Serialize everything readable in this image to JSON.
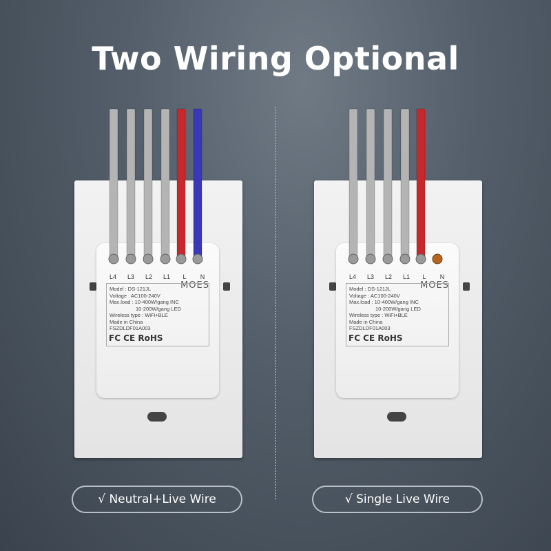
{
  "title": "Two Wiring Optional",
  "options": [
    {
      "caption": "√ Neutral+Live Wire",
      "wires": [
        "gray",
        "gray",
        "gray",
        "gray",
        "red",
        "blue"
      ],
      "terminals": [
        "L4",
        "L3",
        "L2",
        "L1",
        "L",
        "N"
      ]
    },
    {
      "caption": "√ Single Live Wire",
      "wires": [
        "gray",
        "gray",
        "gray",
        "gray",
        "red"
      ],
      "terminals": [
        "L4",
        "L3",
        "L2",
        "L1",
        "L",
        "N"
      ]
    }
  ],
  "device_label": {
    "brand": "MOES",
    "model": "Model : DS-121JL",
    "voltage": "Voltage : AC100-240V",
    "maxload1": "Max.load : 10-400W/gang  INC",
    "maxload2": "10-200W/gang  LED",
    "wireless": "Wireless type : WiFi+BLE",
    "origin": "Made in China",
    "code": "FSZDLDF01A003",
    "certs": "FC CE RoHS"
  },
  "colors": {
    "gray_wire": "#b4b4b4",
    "red_wire": "#c8282c",
    "blue_wire": "#3a37b8"
  }
}
